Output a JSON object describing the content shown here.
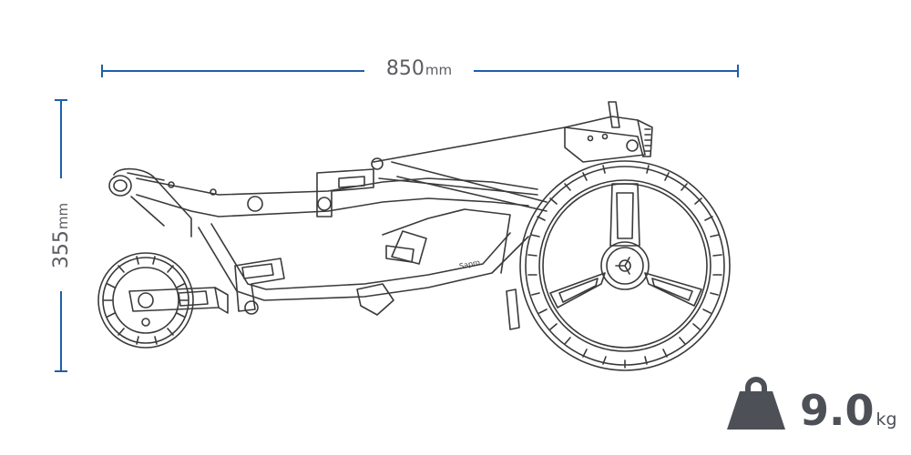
{
  "dimensions": {
    "length": {
      "value": "850",
      "unit": "mm"
    },
    "height": {
      "value": "355",
      "unit": "mm"
    }
  },
  "weight": {
    "value": "9.0",
    "unit": "kg",
    "icon": "weight-icon"
  },
  "product": {
    "brand_mark": "Sapro"
  },
  "colors": {
    "dimension_line": "#1f5ea8",
    "text": "#5b5d63",
    "weight_icon": "#4e5057",
    "drawing_line": "#3a3a3a"
  }
}
